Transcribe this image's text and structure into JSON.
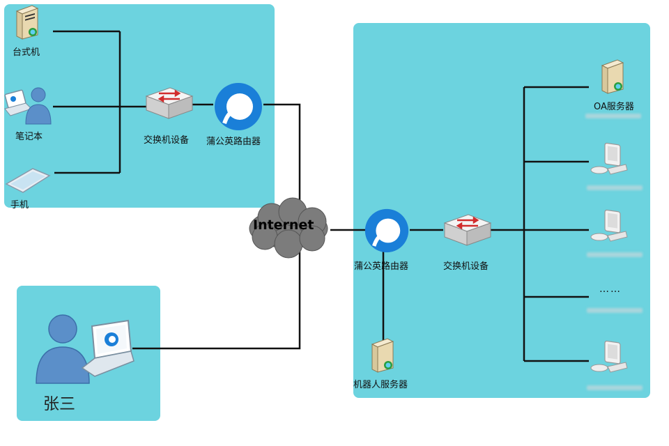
{
  "nodes": {
    "desktop": "台式机",
    "laptop": "笔记本",
    "phone": "手机",
    "switch_left": "交换机设备",
    "router_left": "蒲公英路由器",
    "internet": "Internet",
    "router_right": "蒲公英路由器",
    "switch_right": "交换机设备",
    "robot_server": "机器人服务器",
    "oa_server": "OA服务器",
    "ellipsis": "……",
    "user_name": "张三"
  },
  "colors": {
    "panel": "#6cd3df",
    "wire": "#111111",
    "router_blue": "#1a7fd8",
    "cloud_gray": "#7c7c7c",
    "switch_red": "#d12c2c"
  },
  "icons": {
    "desktop": "server-tower-icon",
    "laptop": "laptop-user-icon",
    "phone": "tablet-phone-icon",
    "switch": "network-switch-icon",
    "router": "pugongying-router-icon",
    "cloud": "internet-cloud-icon",
    "server": "server-tower-icon",
    "workstation": "workstation-pc-icon",
    "user": "user-laptop-icon"
  }
}
